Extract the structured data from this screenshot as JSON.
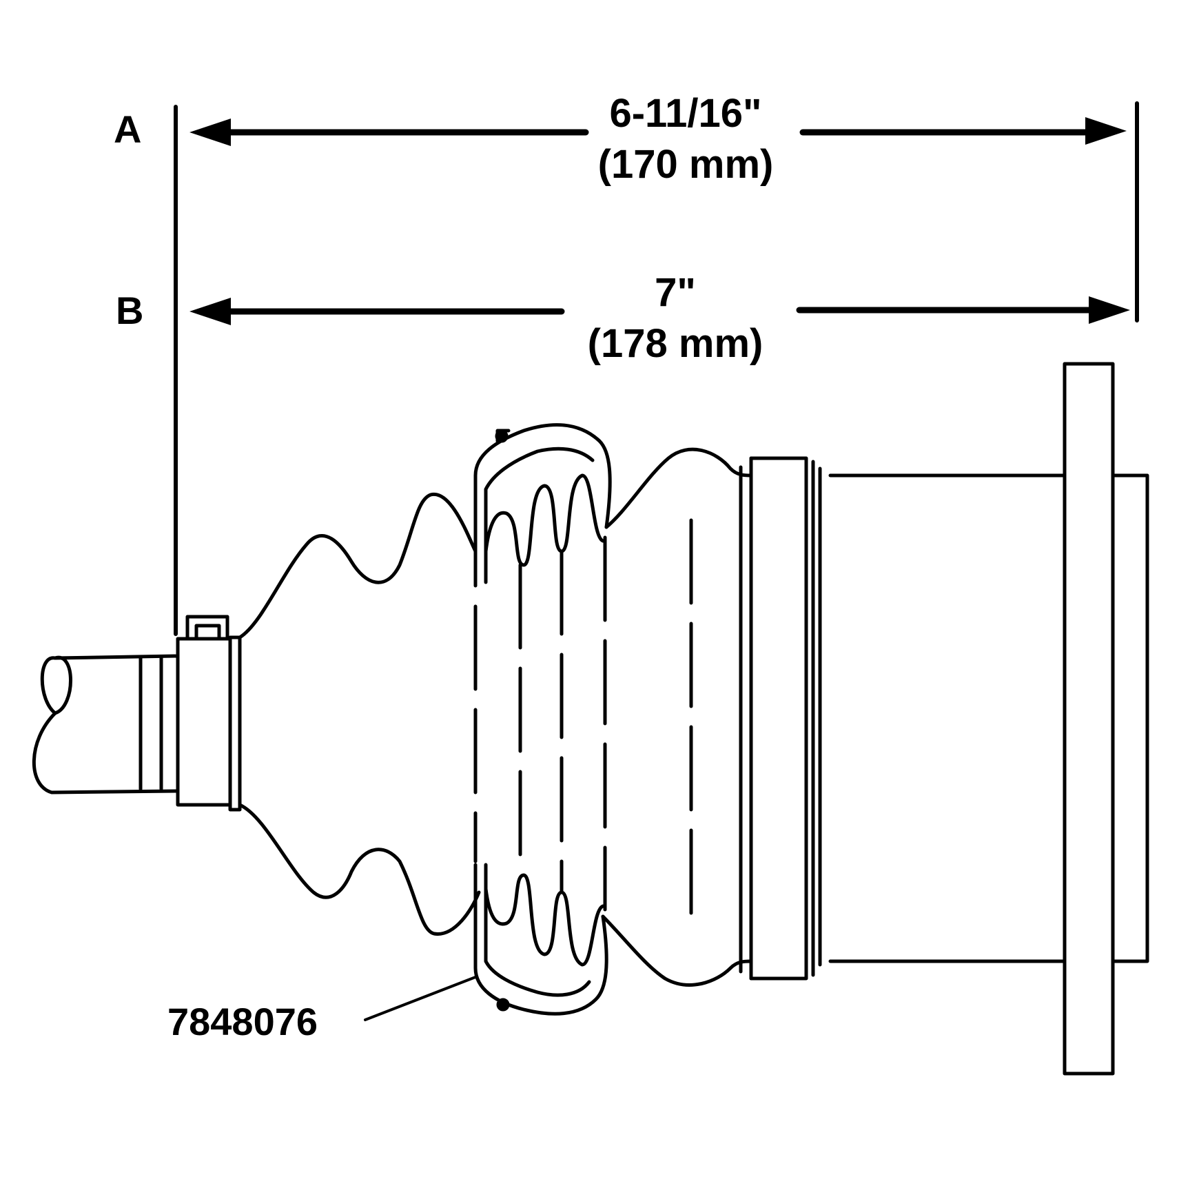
{
  "dimensions": {
    "a": {
      "label": "A",
      "imperial": "6-11/16\"",
      "metric": "(170 mm)"
    },
    "b": {
      "label": "B",
      "imperial": "7\"",
      "metric": "(178 mm)"
    }
  },
  "callout": {
    "part_number": "7848076"
  },
  "colors": {
    "ink": "#000000",
    "background": "#ffffff"
  }
}
